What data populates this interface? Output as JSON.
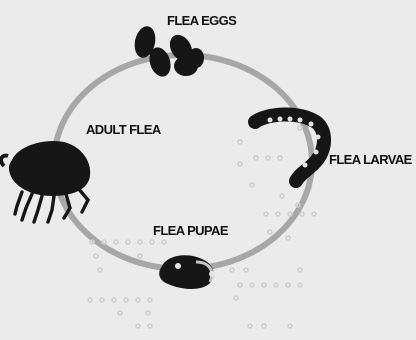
{
  "labels": {
    "eggs": "FLEA EGGS",
    "larvae": "FLEA LARVAE",
    "pupae": "FLEA PUPAE",
    "adult": "ADULT FLEA"
  },
  "stages": [
    {
      "name": "eggs",
      "icon": "flea-eggs-illustration"
    },
    {
      "name": "larvae",
      "icon": "flea-larva-illustration"
    },
    {
      "name": "pupae",
      "icon": "flea-pupa-illustration"
    },
    {
      "name": "adult",
      "icon": "adult-flea-illustration"
    }
  ],
  "colors": {
    "background": "#ebebeb",
    "cycle_ring": "#a7a7a7",
    "organism": "#161616",
    "debris_dots": "#cfcfcf",
    "text": "#111111"
  }
}
